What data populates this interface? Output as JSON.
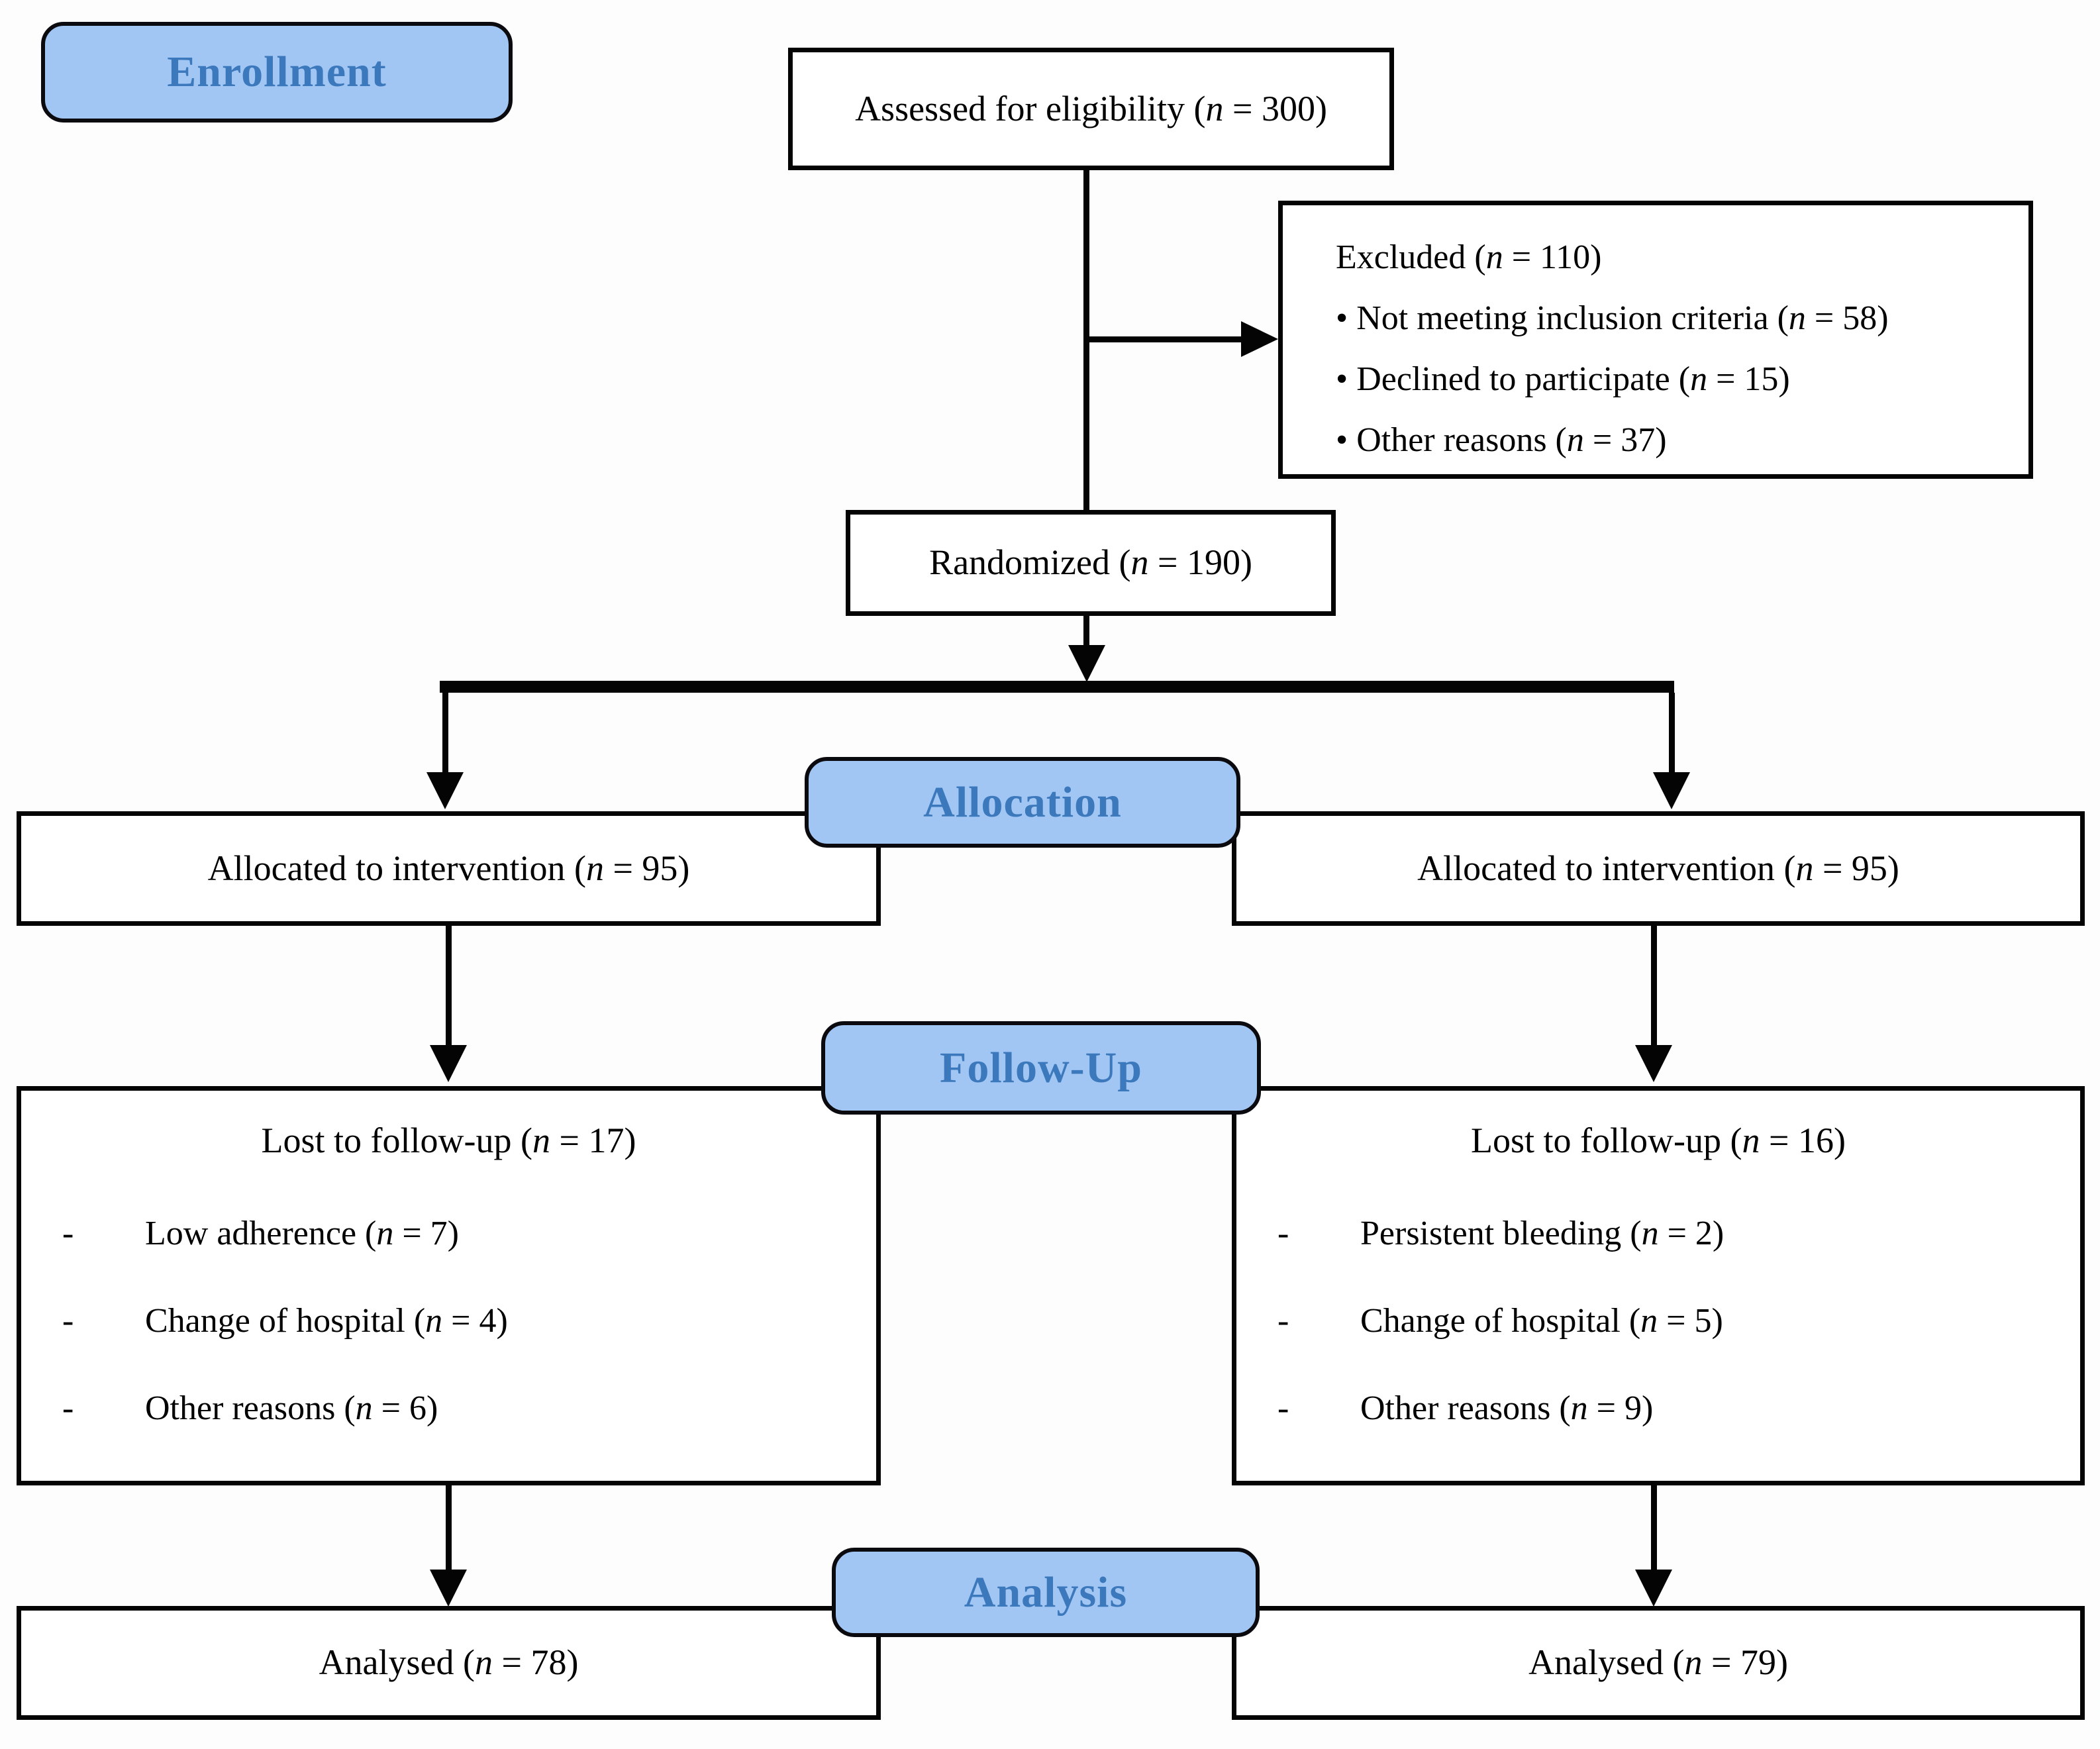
{
  "stages": {
    "enrollment": {
      "label": "Enrollment"
    },
    "allocation": {
      "label": "Allocation"
    },
    "follow_up": {
      "label": "Follow-Up"
    },
    "analysis": {
      "label": "Analysis"
    }
  },
  "boxes": {
    "assessed": {
      "text": "Assessed for eligibility (n = 300)"
    },
    "excluded": {
      "title": "Excluded (n = 110)",
      "items": [
        "• Not meeting inclusion criteria (n = 58)",
        "• Declined to participate (n = 15)",
        "• Other reasons (n = 37)"
      ]
    },
    "randomized": {
      "text": "Randomized (n = 190)"
    },
    "allocation_left": {
      "text": "Allocated to intervention (n = 95)"
    },
    "allocation_right": {
      "text": "Allocated to intervention (n = 95)"
    },
    "follow_up_left": {
      "title": "Lost to follow-up (n = 17)",
      "items": [
        "Low adherence (n = 7)",
        "Change of hospital (n = 4)",
        "Other reasons (n = 6)"
      ]
    },
    "follow_up_right": {
      "title": "Lost to follow-up (n = 16)",
      "items": [
        "Persistent bleeding (n = 2)",
        "Change of hospital (n = 5)",
        "Other reasons (n = 9)"
      ]
    },
    "analysed_left": {
      "text": "Analysed (n = 78)"
    },
    "analysed_right": {
      "text": "Analysed (n = 79)"
    }
  },
  "marks": {
    "dash": "-"
  },
  "colors": {
    "stage_fill": "#A2C6F3",
    "stage_text": "#3C79BC",
    "line": "#040404",
    "background": "#FDFDFE"
  }
}
